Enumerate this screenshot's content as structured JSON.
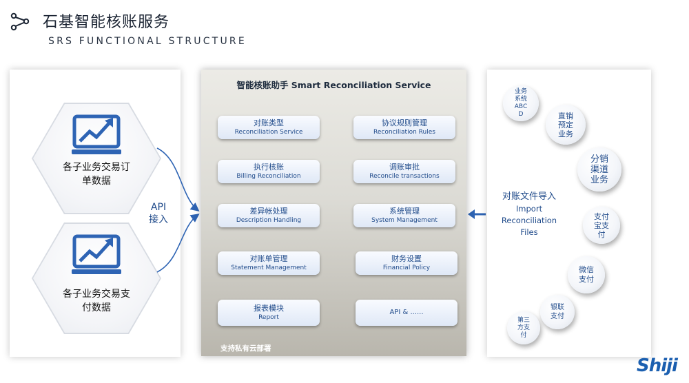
{
  "header": {
    "title": "石基智能核账服务",
    "subtitle": "SRS FUNCTIONAL STRUCTURE",
    "icon": "share-nodes-icon"
  },
  "left": {
    "sources": [
      {
        "label_line1": "各子业务交易订",
        "label_line2": "单数据",
        "icon": "chart-monitor-icon"
      },
      {
        "label_line1": "各子业务交易支",
        "label_line2": "付数据",
        "icon": "chart-monitor-icon"
      }
    ],
    "api_label_line1": "API",
    "api_label_line2": "接入"
  },
  "center": {
    "title": "智能核账助手 Smart Reconciliation Service",
    "services": [
      {
        "zh": "对账类型",
        "en": "Reconciliation Service"
      },
      {
        "zh": "协议规则管理",
        "en": "Reconciliation Rules"
      },
      {
        "zh": "执行核账",
        "en": "Billing Reconciliation"
      },
      {
        "zh": "调账审批",
        "en": "Reconcile transactions"
      },
      {
        "zh": "差异帐处理",
        "en": "Description Handling"
      },
      {
        "zh": "系统管理",
        "en": "System Management"
      },
      {
        "zh": "对账单管理",
        "en": "Statement Management"
      },
      {
        "zh": "财务设置",
        "en": "Financial Policy"
      },
      {
        "zh": "报表模块",
        "en": "Report"
      },
      {
        "zh": "API & ......",
        "en": ""
      }
    ],
    "footer": "支持私有云部署"
  },
  "right": {
    "import_zh": "对账文件导入",
    "import_en1": "Import",
    "import_en2": "Reconciliation",
    "import_en3": "Files",
    "bubbles": [
      {
        "l1": "业务",
        "l2": "系统",
        "l3": "ABC",
        "l4": "D"
      },
      {
        "l1": "直销",
        "l2": "预定",
        "l3": "业务",
        "l4": ""
      },
      {
        "l1": "分销",
        "l2": "渠道",
        "l3": "业务",
        "l4": ""
      },
      {
        "l1": "支付",
        "l2": "宝支",
        "l3": "付",
        "l4": ""
      },
      {
        "l1": "微信",
        "l2": "支付",
        "l3": "",
        "l4": ""
      },
      {
        "l1": "银联",
        "l2": "支付",
        "l3": "",
        "l4": ""
      },
      {
        "l1": "第三",
        "l2": "方支",
        "l3": "付",
        "l4": ""
      }
    ]
  },
  "logo": "Shiji",
  "colors": {
    "accent": "#1f4a8a",
    "icon_blue": "#2e64b4",
    "panel_tan": "#c9c6bd"
  }
}
